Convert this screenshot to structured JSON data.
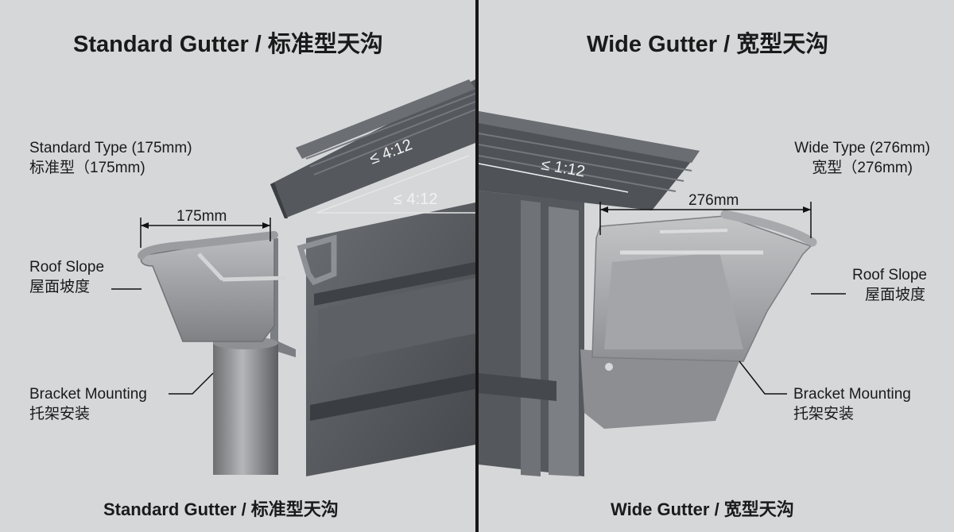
{
  "left": {
    "header_title": "Standard Gutter / 标准型天沟",
    "type_label_en": "Standard Type (175mm)",
    "type_label_cn": "标准型（175mm)",
    "dimension": "175mm",
    "slope_roof": "≤ 4:12",
    "slope_ref": "≤ 4:12",
    "roof_slope_en": "Roof Slope",
    "roof_slope_cn": "屋面坡度",
    "bracket_en": "Bracket Mounting",
    "bracket_cn": "托架安装",
    "footer_title": "Standard Gutter / 标准型天沟"
  },
  "right": {
    "header_title": "Wide Gutter / 宽型天沟",
    "type_label_en": "Wide Type (276mm)",
    "type_label_cn": "宽型（276mm)",
    "dimension": "276mm",
    "slope_roof": "≤ 1:12",
    "roof_slope_en": "Roof Slope",
    "roof_slope_cn": "屋面坡度",
    "bracket_en": "Bracket Mounting",
    "bracket_cn": "托架安装",
    "footer_title": "Wide Gutter / 宽型天沟"
  },
  "colors": {
    "background": "#d6d7d9",
    "metal_light": "#a9abae",
    "metal_mid": "#8a8c8f",
    "metal_dark": "#4f5256",
    "roof_panel": "#55585d",
    "divider": "#161616"
  }
}
